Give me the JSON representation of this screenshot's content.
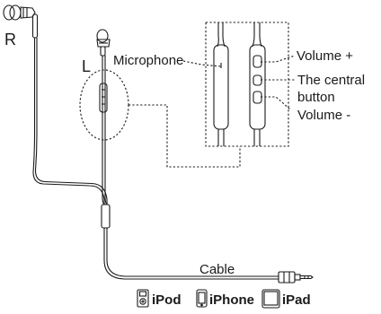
{
  "labels": {
    "right": "R",
    "left": "L",
    "microphone": "Microphone",
    "volume_plus": "Volume +",
    "central_line1": "The central",
    "central_line2": "button",
    "volume_minus": "Volume -",
    "cable": "Cable"
  },
  "devices": [
    {
      "name": "iPod",
      "icon": "ipod-icon"
    },
    {
      "name": "iPhone",
      "icon": "iphone-icon"
    },
    {
      "name": "iPad",
      "icon": "ipad-icon"
    }
  ],
  "colors": {
    "line": "#1a1a1a",
    "background": "#ffffff"
  }
}
